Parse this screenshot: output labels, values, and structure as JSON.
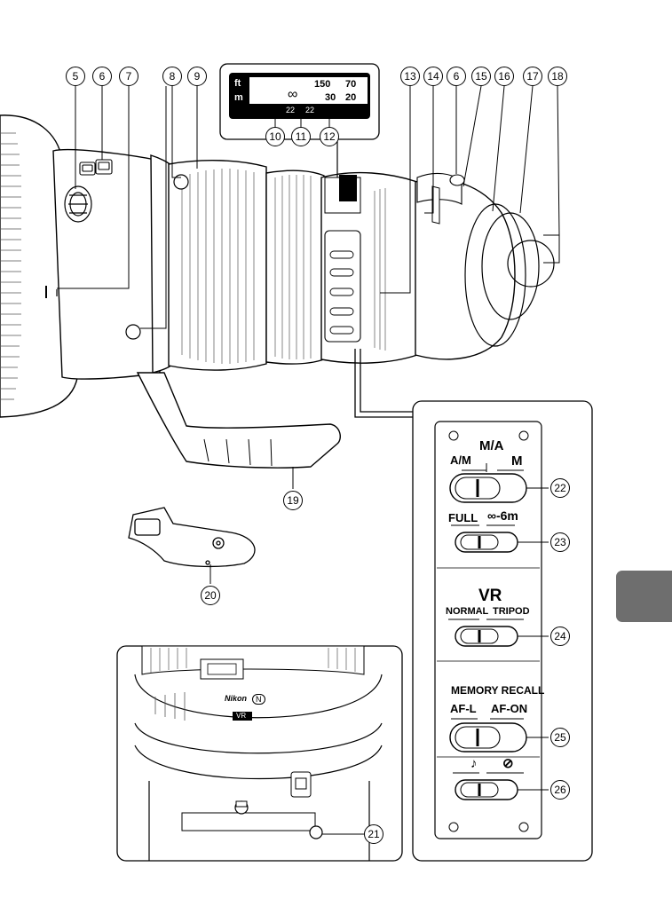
{
  "callouts": {
    "c5": "5",
    "c6": "6",
    "c7": "7",
    "c8": "8",
    "c9": "9",
    "c10": "10",
    "c11": "11",
    "c12": "12",
    "c13": "13",
    "c14": "14",
    "c6b": "6",
    "c15": "15",
    "c16": "16",
    "c17": "17",
    "c18": "18",
    "c19": "19",
    "c20": "20",
    "c21": "21",
    "c22": "22",
    "c23": "23",
    "c24": "24",
    "c25": "25",
    "c26": "26"
  },
  "distance_scale": {
    "unit_ft": "ft",
    "unit_m": "m",
    "ft_150": "150",
    "ft_70": "70",
    "m_30": "30",
    "m_20": "20",
    "infinity": "∞",
    "dof_left": "22",
    "dof_right": "22"
  },
  "switches": {
    "focus_mode": {
      "left": "A/M",
      "center": "M/A",
      "right": "M"
    },
    "limiter": {
      "left": "FULL",
      "right": "∞-6m"
    },
    "vr_title": "VR",
    "vr": {
      "left": "NORMAL",
      "right": "TRIPOD"
    },
    "memory_title": "MEMORY RECALL",
    "memory": {
      "left": "AF-L",
      "right": "AF-ON"
    },
    "sound": {
      "left": "♪",
      "right": "⊘"
    }
  },
  "lens_markings": {
    "brand": "Nikon",
    "n_mark": "N",
    "vr_badge": "VR"
  },
  "colors": {
    "line": "#000000",
    "tab": "#6e6e6e",
    "lens_fill": "#ffffff",
    "hood_ridge": "#555555"
  }
}
